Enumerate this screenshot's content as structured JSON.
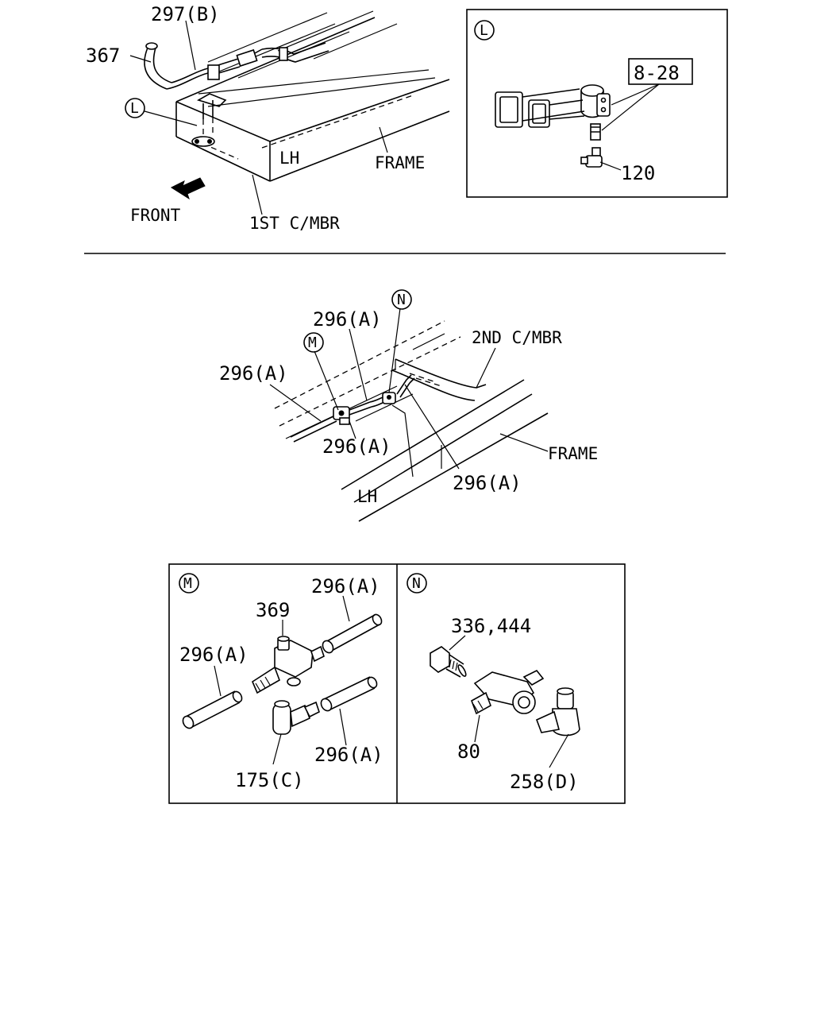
{
  "diagram": {
    "top_scene": {
      "labels": {
        "part_297b": "297(B)",
        "part_367": "367",
        "callout_l": "L",
        "lh": "LH",
        "frame": "FRAME",
        "front": "FRONT",
        "first_cmbr": "1ST C/MBR"
      }
    },
    "detail_l": {
      "title": "L",
      "labels": {
        "part_8_28": "8-28",
        "part_120": "120"
      }
    },
    "middle_scene": {
      "labels": {
        "part_296a_top": "296(A)",
        "part_296a_left": "296(A)",
        "part_296a_mid": "296(A)",
        "part_296a_right": "296(A)",
        "callout_m": "M",
        "callout_n": "N",
        "second_cmbr": "2ND C/MBR",
        "frame": "FRAME",
        "lh": "LH"
      }
    },
    "detail_m": {
      "title": "M",
      "labels": {
        "part_296a_tr": "296(A)",
        "part_369": "369",
        "part_296a_l": "296(A)",
        "part_296a_br": "296(A)",
        "part_175c": "175(C)"
      }
    },
    "detail_n": {
      "title": "N",
      "labels": {
        "part_336_444": "336,444",
        "part_80": "80",
        "part_258d": "258(D)"
      }
    }
  }
}
